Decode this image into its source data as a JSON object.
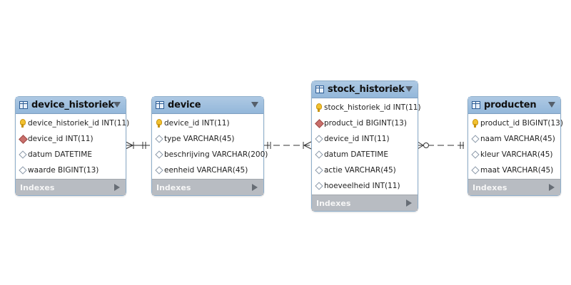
{
  "tables": {
    "device_historiek": {
      "name": "device_historiek",
      "columns": [
        {
          "label": "device_historiek_id INT(11)",
          "icon": "primary-key-icon"
        },
        {
          "label": "device_id INT(11)",
          "icon": "foreign-key-icon"
        },
        {
          "label": "datum DATETIME",
          "icon": "column-icon"
        },
        {
          "label": "waarde BIGINT(13)",
          "icon": "column-icon"
        }
      ],
      "indexes_label": "Indexes"
    },
    "device": {
      "name": "device",
      "columns": [
        {
          "label": "device_id INT(11)",
          "icon": "primary-key-icon"
        },
        {
          "label": "type VARCHAR(45)",
          "icon": "column-icon"
        },
        {
          "label": "beschrijving VARCHAR(200)",
          "icon": "column-icon"
        },
        {
          "label": "eenheid VARCHAR(45)",
          "icon": "column-icon"
        }
      ],
      "indexes_label": "Indexes"
    },
    "stock_historiek": {
      "name": "stock_historiek",
      "columns": [
        {
          "label": "stock_historiek_id INT(11)",
          "icon": "primary-key-icon"
        },
        {
          "label": "product_id BIGINT(13)",
          "icon": "foreign-key-icon"
        },
        {
          "label": "device_id INT(11)",
          "icon": "column-icon"
        },
        {
          "label": "datum DATETIME",
          "icon": "column-icon"
        },
        {
          "label": "actie VARCHAR(45)",
          "icon": "column-icon"
        },
        {
          "label": "hoeveelheid INT(11)",
          "icon": "column-icon"
        }
      ],
      "indexes_label": "Indexes"
    },
    "producten": {
      "name": "producten",
      "columns": [
        {
          "label": "product_id BIGINT(13)",
          "icon": "primary-key-icon"
        },
        {
          "label": "naam VARCHAR(45)",
          "icon": "column-icon"
        },
        {
          "label": "kleur VARCHAR(45)",
          "icon": "column-icon"
        },
        {
          "label": "maat VARCHAR(45)",
          "icon": "column-icon"
        }
      ],
      "indexes_label": "Indexes"
    }
  },
  "relationships": [
    {
      "from": "device_historiek",
      "to": "device",
      "from_end": "many-mandatory",
      "to_end": "one-mandatory",
      "style": "solid"
    },
    {
      "from": "device",
      "to": "stock_historiek",
      "from_end": "one-mandatory",
      "to_end": "many-mandatory",
      "style": "dashed"
    },
    {
      "from": "stock_historiek",
      "to": "producten",
      "from_end": "zero-or-many",
      "to_end": "one-mandatory",
      "style": "dashed"
    }
  ],
  "colors": {
    "header": "#9fc0e0",
    "border": "#8eaecb",
    "indexes": "#b8bcc2",
    "connector": "#333333"
  }
}
